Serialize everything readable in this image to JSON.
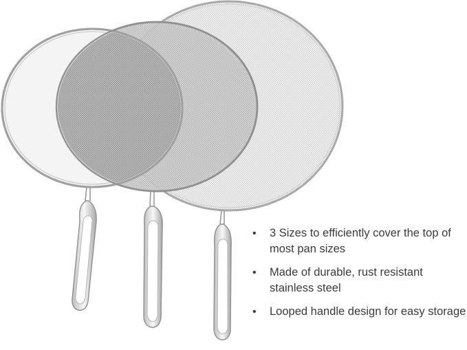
{
  "features": [
    {
      "text": "3 Sizes to efficiently cover the top of most pan sizes"
    },
    {
      "text": "Made of durable, rust resistant stainless steel"
    },
    {
      "text": "Looped handle design for easy storage"
    }
  ],
  "colors": {
    "rim": "#a9a9a9",
    "mesh": "#bdbdbd",
    "text": "#3a3a3a",
    "background": "#ffffff"
  },
  "icons": {
    "bullet": "bullet-dot-icon"
  }
}
